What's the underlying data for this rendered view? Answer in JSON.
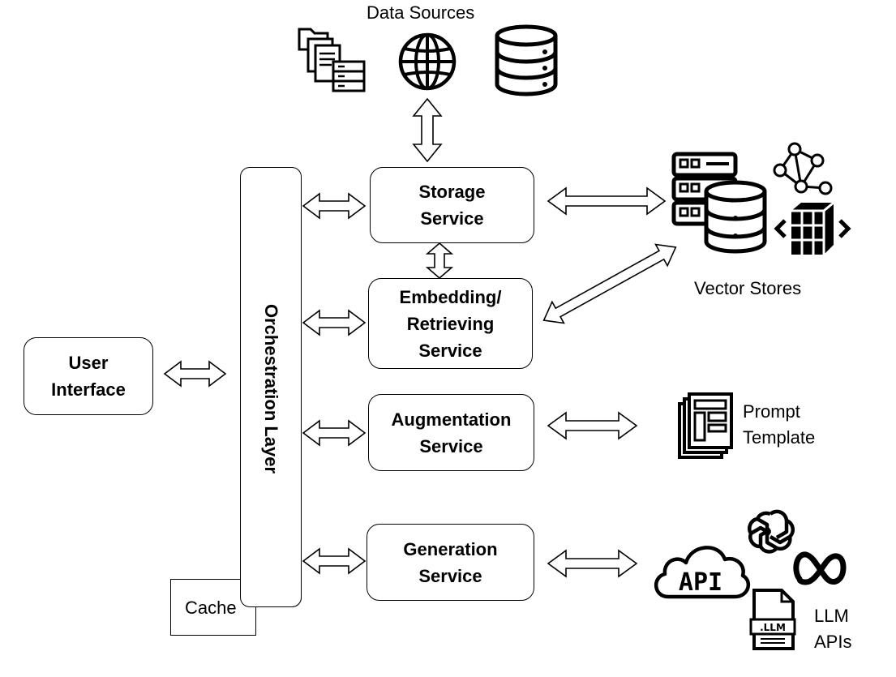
{
  "data_sources": {
    "label": "Data Sources"
  },
  "storage": {
    "label": "Storage\nService"
  },
  "embedding": {
    "label": "Embedding/\nRetrieving\nService"
  },
  "augmentation": {
    "label": "Augmentation\nService"
  },
  "generation": {
    "label": "Generation\nService"
  },
  "orchestration": {
    "label": "Orchestration Layer"
  },
  "user_interface": {
    "label": "User\nInterface"
  },
  "cache": {
    "label": "Cache"
  },
  "vector_stores": {
    "label": "Vector Stores"
  },
  "prompt_template": {
    "label": "Prompt\nTemplate"
  },
  "llm_apis": {
    "label": "LLM\nAPIs",
    "api_icon_text": "API",
    "llm_file_text": ".LLM"
  },
  "icons": [
    "folder-docs-icon",
    "server-icon",
    "globe-icon",
    "database-icon",
    "knowledge-graph-icon",
    "cube-grid-icon",
    "document-template-icon",
    "api-cloud-icon",
    "openai-icon",
    "meta-icon",
    "llm-file-icon"
  ]
}
